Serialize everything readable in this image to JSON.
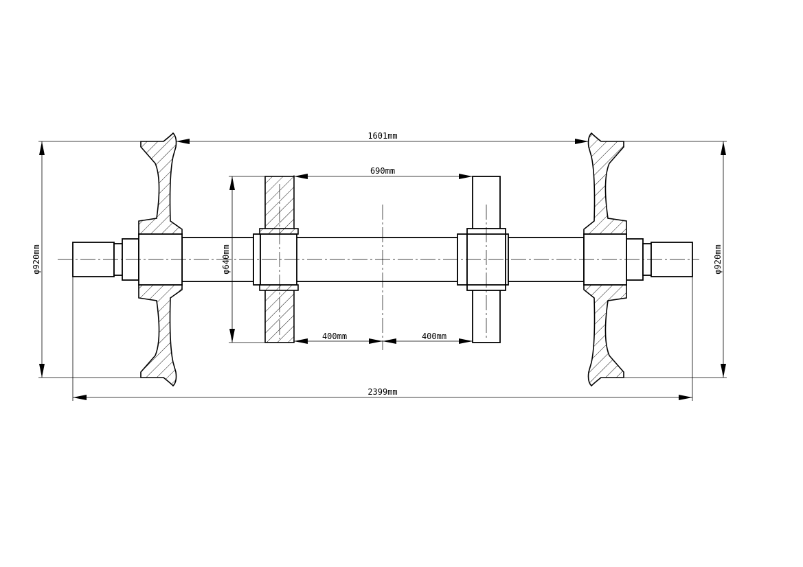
{
  "drawing": {
    "type": "engineering-section",
    "subject": "wheelset-axle-assembly",
    "dimensions": {
      "wheel_gauge": "1601mm",
      "disc_spacing": "690mm",
      "overall_length": "2399mm",
      "offset_left": "400mm",
      "offset_right": "400mm",
      "wheel_dia_left": "φ920mm",
      "wheel_dia_right": "φ920mm",
      "disc_dia": "φ640mm"
    }
  }
}
